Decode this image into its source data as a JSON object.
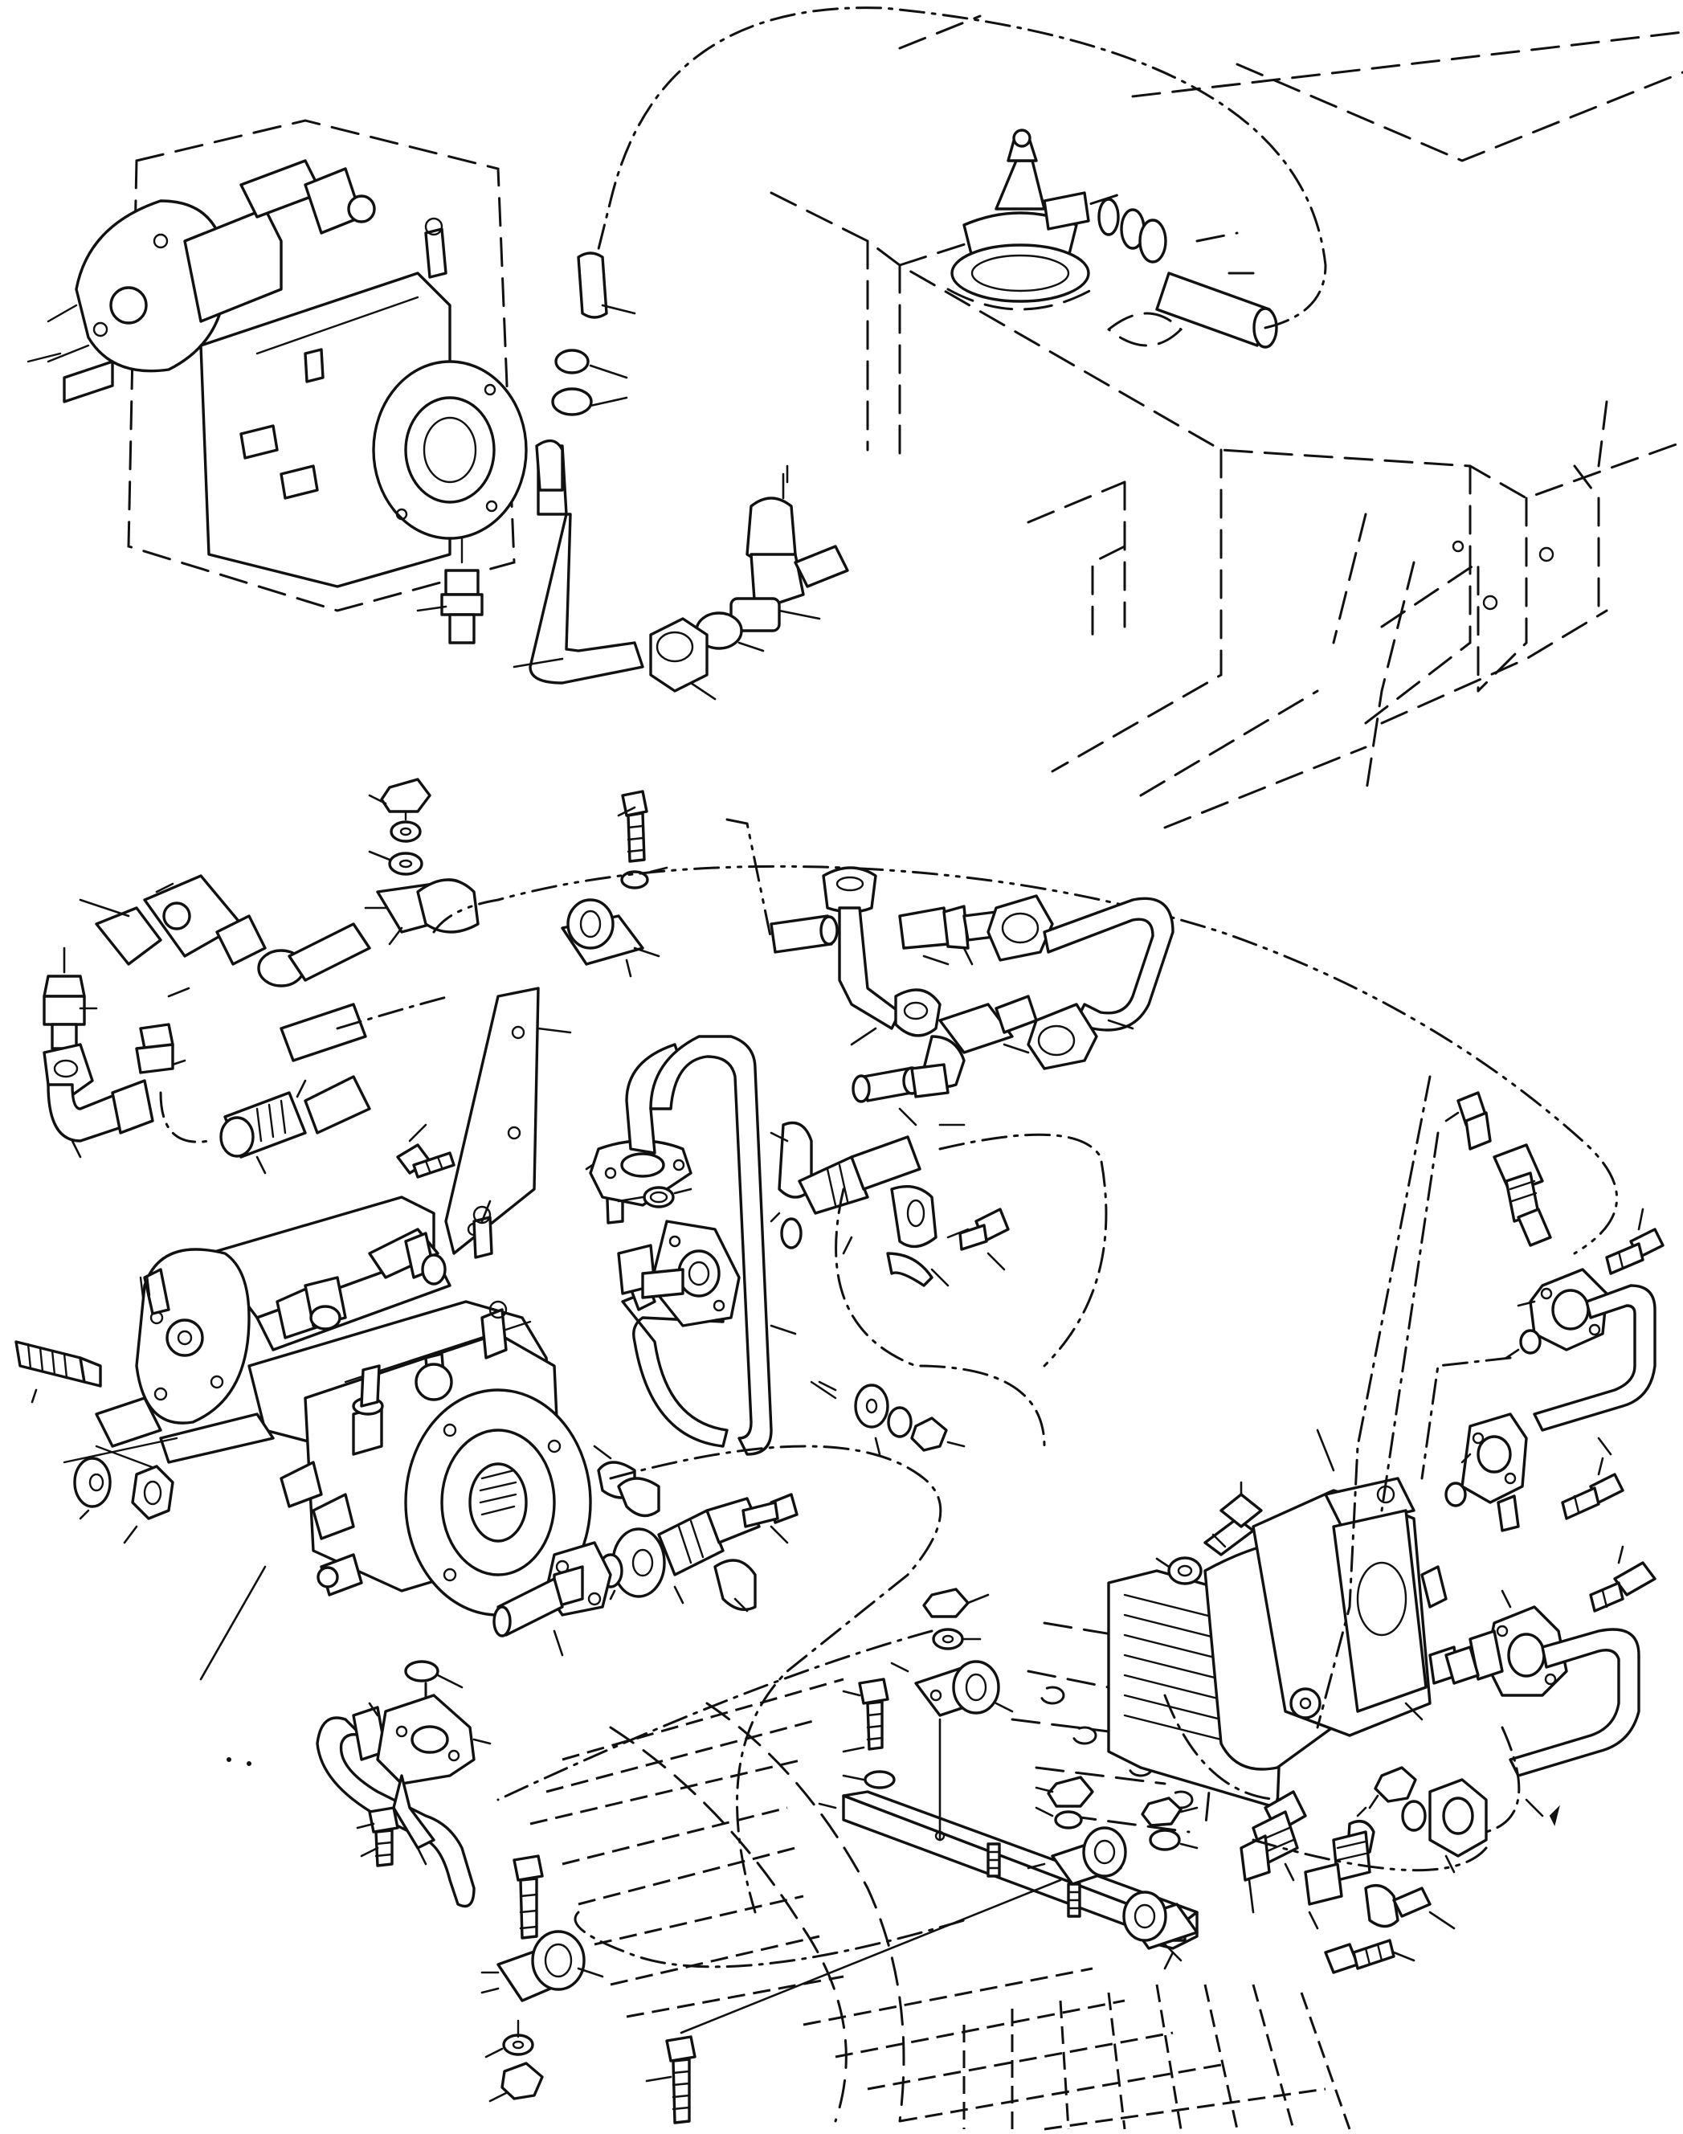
{
  "diagram": {
    "kind": "exploded-parts-drawing",
    "labels": [],
    "parts": [
      {
        "id": "pump-assembly-reference"
      },
      {
        "id": "machine-frame-outline"
      },
      {
        "id": "tank-breather-fitting"
      },
      {
        "id": "suction-hose"
      },
      {
        "id": "hose-clamp"
      },
      {
        "id": "suction-pipe"
      },
      {
        "id": "tee-fitting"
      },
      {
        "id": "union-nut"
      },
      {
        "id": "reducer"
      },
      {
        "id": "straight-adapter"
      },
      {
        "id": "hydraulic-pump"
      },
      {
        "id": "mounting-bracket"
      },
      {
        "id": "loop-pipe"
      },
      {
        "id": "flange-plate"
      },
      {
        "id": "split-flange-half"
      },
      {
        "id": "o-ring"
      },
      {
        "id": "cap-screw"
      },
      {
        "id": "washer"
      },
      {
        "id": "hex-nut"
      },
      {
        "id": "stud"
      },
      {
        "id": "pipe-clamp"
      },
      {
        "id": "elbow-fitting"
      },
      {
        "id": "hose-end-fitting"
      },
      {
        "id": "hydraulic-motor"
      },
      {
        "id": "support-bar"
      },
      {
        "id": "travel-track"
      }
    ]
  }
}
